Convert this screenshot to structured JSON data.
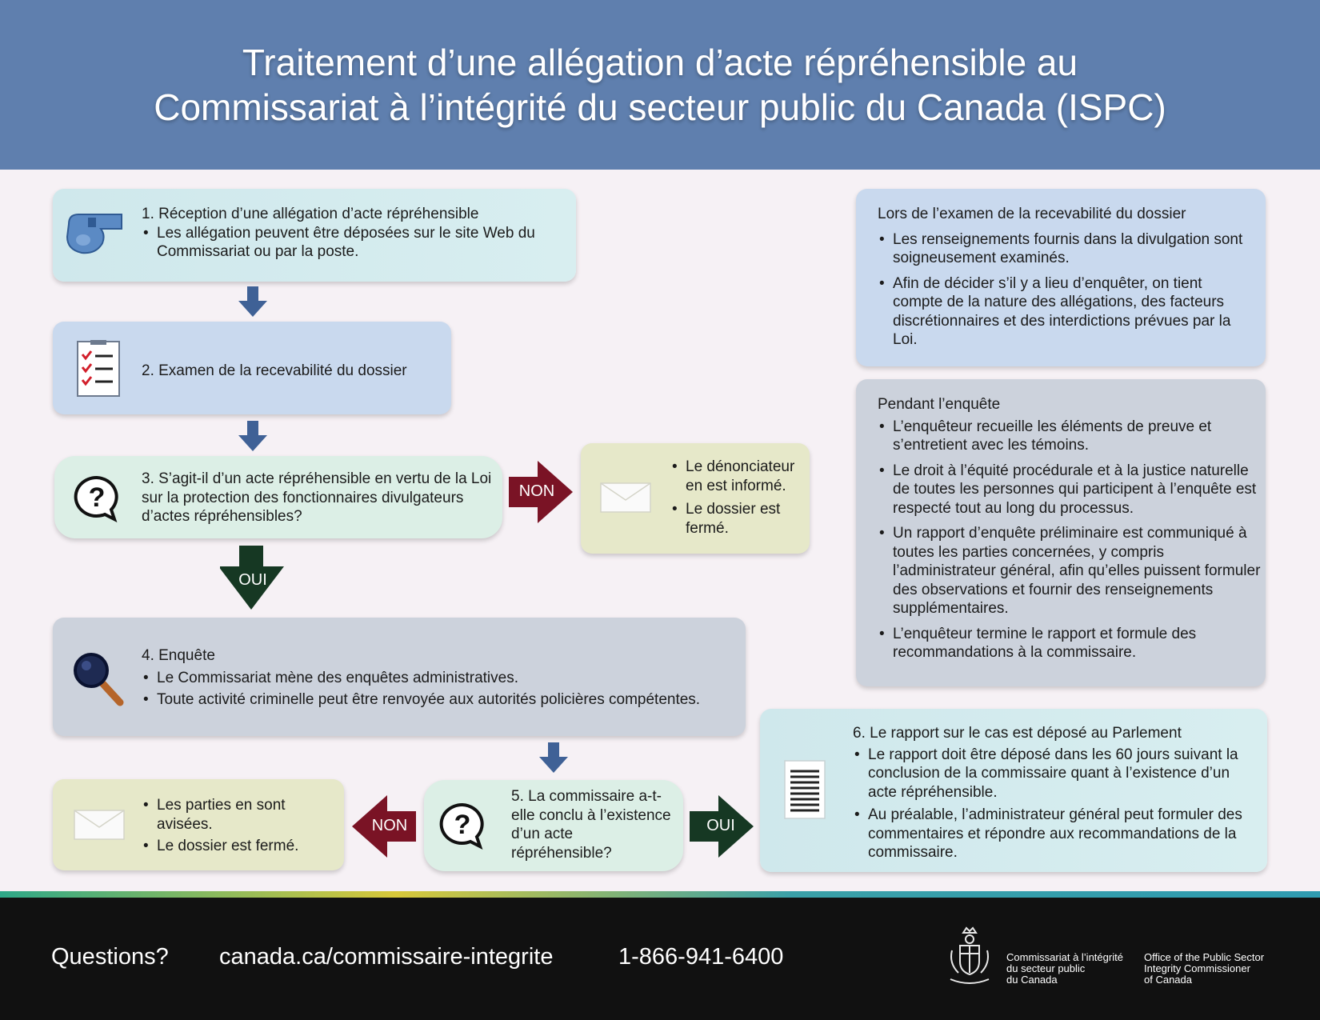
{
  "header": {
    "title_line1": "Traitement d’une allégation d’acte répréhensible au",
    "title_line2": "Commissariat à l’intégrité du secteur public du Canada (ISPC)"
  },
  "step1": {
    "title": "1. Réception d’une allégation d’acte répréhensible",
    "bullets": [
      "Les allégation peuvent être déposées sur le site Web du Commissariat ou par la poste."
    ]
  },
  "step2": {
    "title": "2. Examen de la recevabilité du dossier"
  },
  "step3": {
    "title": "3. S’agit-il d’un acte répréhensible en vertu de la Loi sur la protection des fonctionnaires divulgateurs d’actes répréhensibles?"
  },
  "non_box1": {
    "bullets": [
      "Le dénonciateur en est informé.",
      "Le dossier est fermé."
    ]
  },
  "step4": {
    "title": "4. Enquête",
    "bullets": [
      "Le Commissariat mène des enquêtes administratives.",
      "Toute activité criminelle peut être renvoyée aux autorités policières compétentes."
    ]
  },
  "step5": {
    "title": "5. La commissaire a-t-elle conclu à l’existence d’un acte répréhensible?"
  },
  "non_box2": {
    "bullets": [
      "Les parties en sont avisées.",
      "Le dossier est fermé."
    ]
  },
  "step6": {
    "title": "6. Le rapport sur le cas est déposé au Parlement",
    "bullets": [
      "Le rapport doit être déposé dans les 60 jours suivant la conclusion de la commissaire quant à l’existence d’un acte répréhensible.",
      "Au préalable, l’administrateur général peut formuler des commentaires et répondre aux recommandations de la commissaire."
    ]
  },
  "side1": {
    "title": "Lors de l’examen de la recevabilité du dossier",
    "bullets": [
      "Les renseignements fournis dans la divulgation sont soigneusement examinés.",
      "Afin de décider s’il y a lieu d’enquêter, on tient compte de la nature des allégations, des facteurs discrétionnaires et des interdictions prévues par la Loi."
    ]
  },
  "side2": {
    "title": "Pendant l’enquête",
    "bullets": [
      "L’enquêteur recueille les éléments de preuve et s’entretient avec les témoins.",
      "Le droit à l’équité procédurale et à la justice naturelle de toutes les personnes qui participent à l’enquête est respecté tout au long du processus.",
      "Un rapport d’enquête préliminaire est communiqué à toutes les parties concernées, y compris l’administrateur général, afin qu’elles puissent formuler des observations et fournir des renseignements supplémentaires.",
      "L’enquêteur termine le rapport et formule des recommandations à la commissaire."
    ]
  },
  "labels": {
    "non": "NON",
    "oui": "OUI"
  },
  "footer": {
    "questions": "Questions?",
    "url": "canada.ca/commissaire-integrite",
    "phone": "1-866-941-6400",
    "org_fr": [
      "Commissariat à l’intégrité",
      "du secteur public",
      "du Canada"
    ],
    "org_en": [
      "Office of the Public Sector",
      "Integrity Commissioner",
      "of Canada"
    ]
  },
  "colors": {
    "header": "#5f7fae",
    "arrow_blue": "#3f6196",
    "arrow_non": "#7a1325",
    "arrow_oui": "#163823",
    "footer": "#111111"
  }
}
